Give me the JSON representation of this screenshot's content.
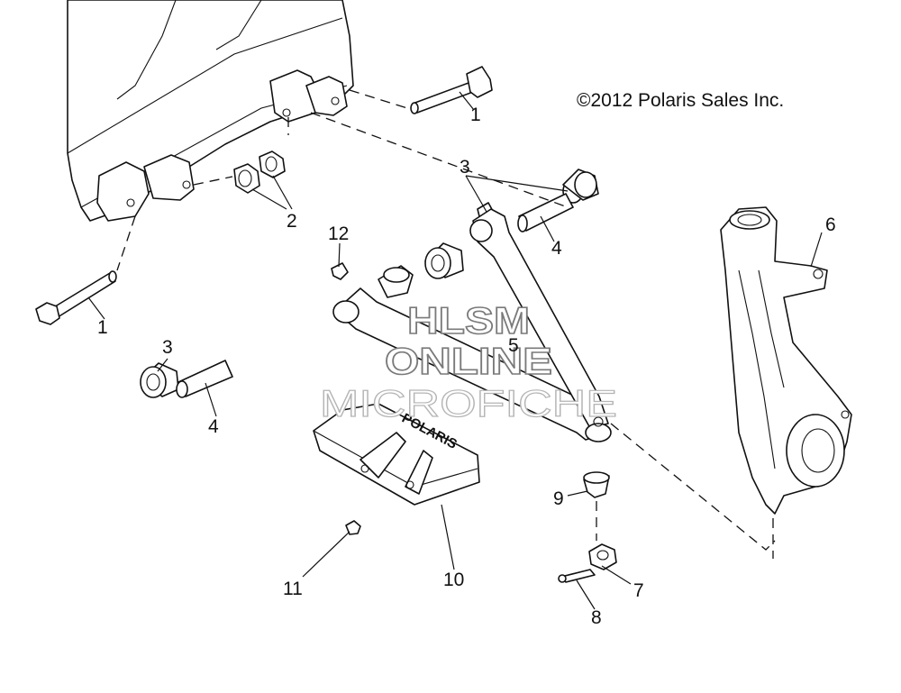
{
  "copyright": "©2012 Polaris Sales Inc.",
  "callouts": {
    "c1_top": "1",
    "c1_left": "1",
    "c2": "2",
    "c3_top": "3",
    "c3_left": "3",
    "c4_top": "4",
    "c4_left": "4",
    "c5": "5",
    "c6": "6",
    "c7": "7",
    "c8": "8",
    "c9": "9",
    "c10": "10",
    "c11": "11",
    "c12": "12"
  },
  "watermark": {
    "line1": "HLSM",
    "line2": "ONLINE",
    "line3": "MICROFICHE"
  },
  "guard_brand": "POLARIS"
}
